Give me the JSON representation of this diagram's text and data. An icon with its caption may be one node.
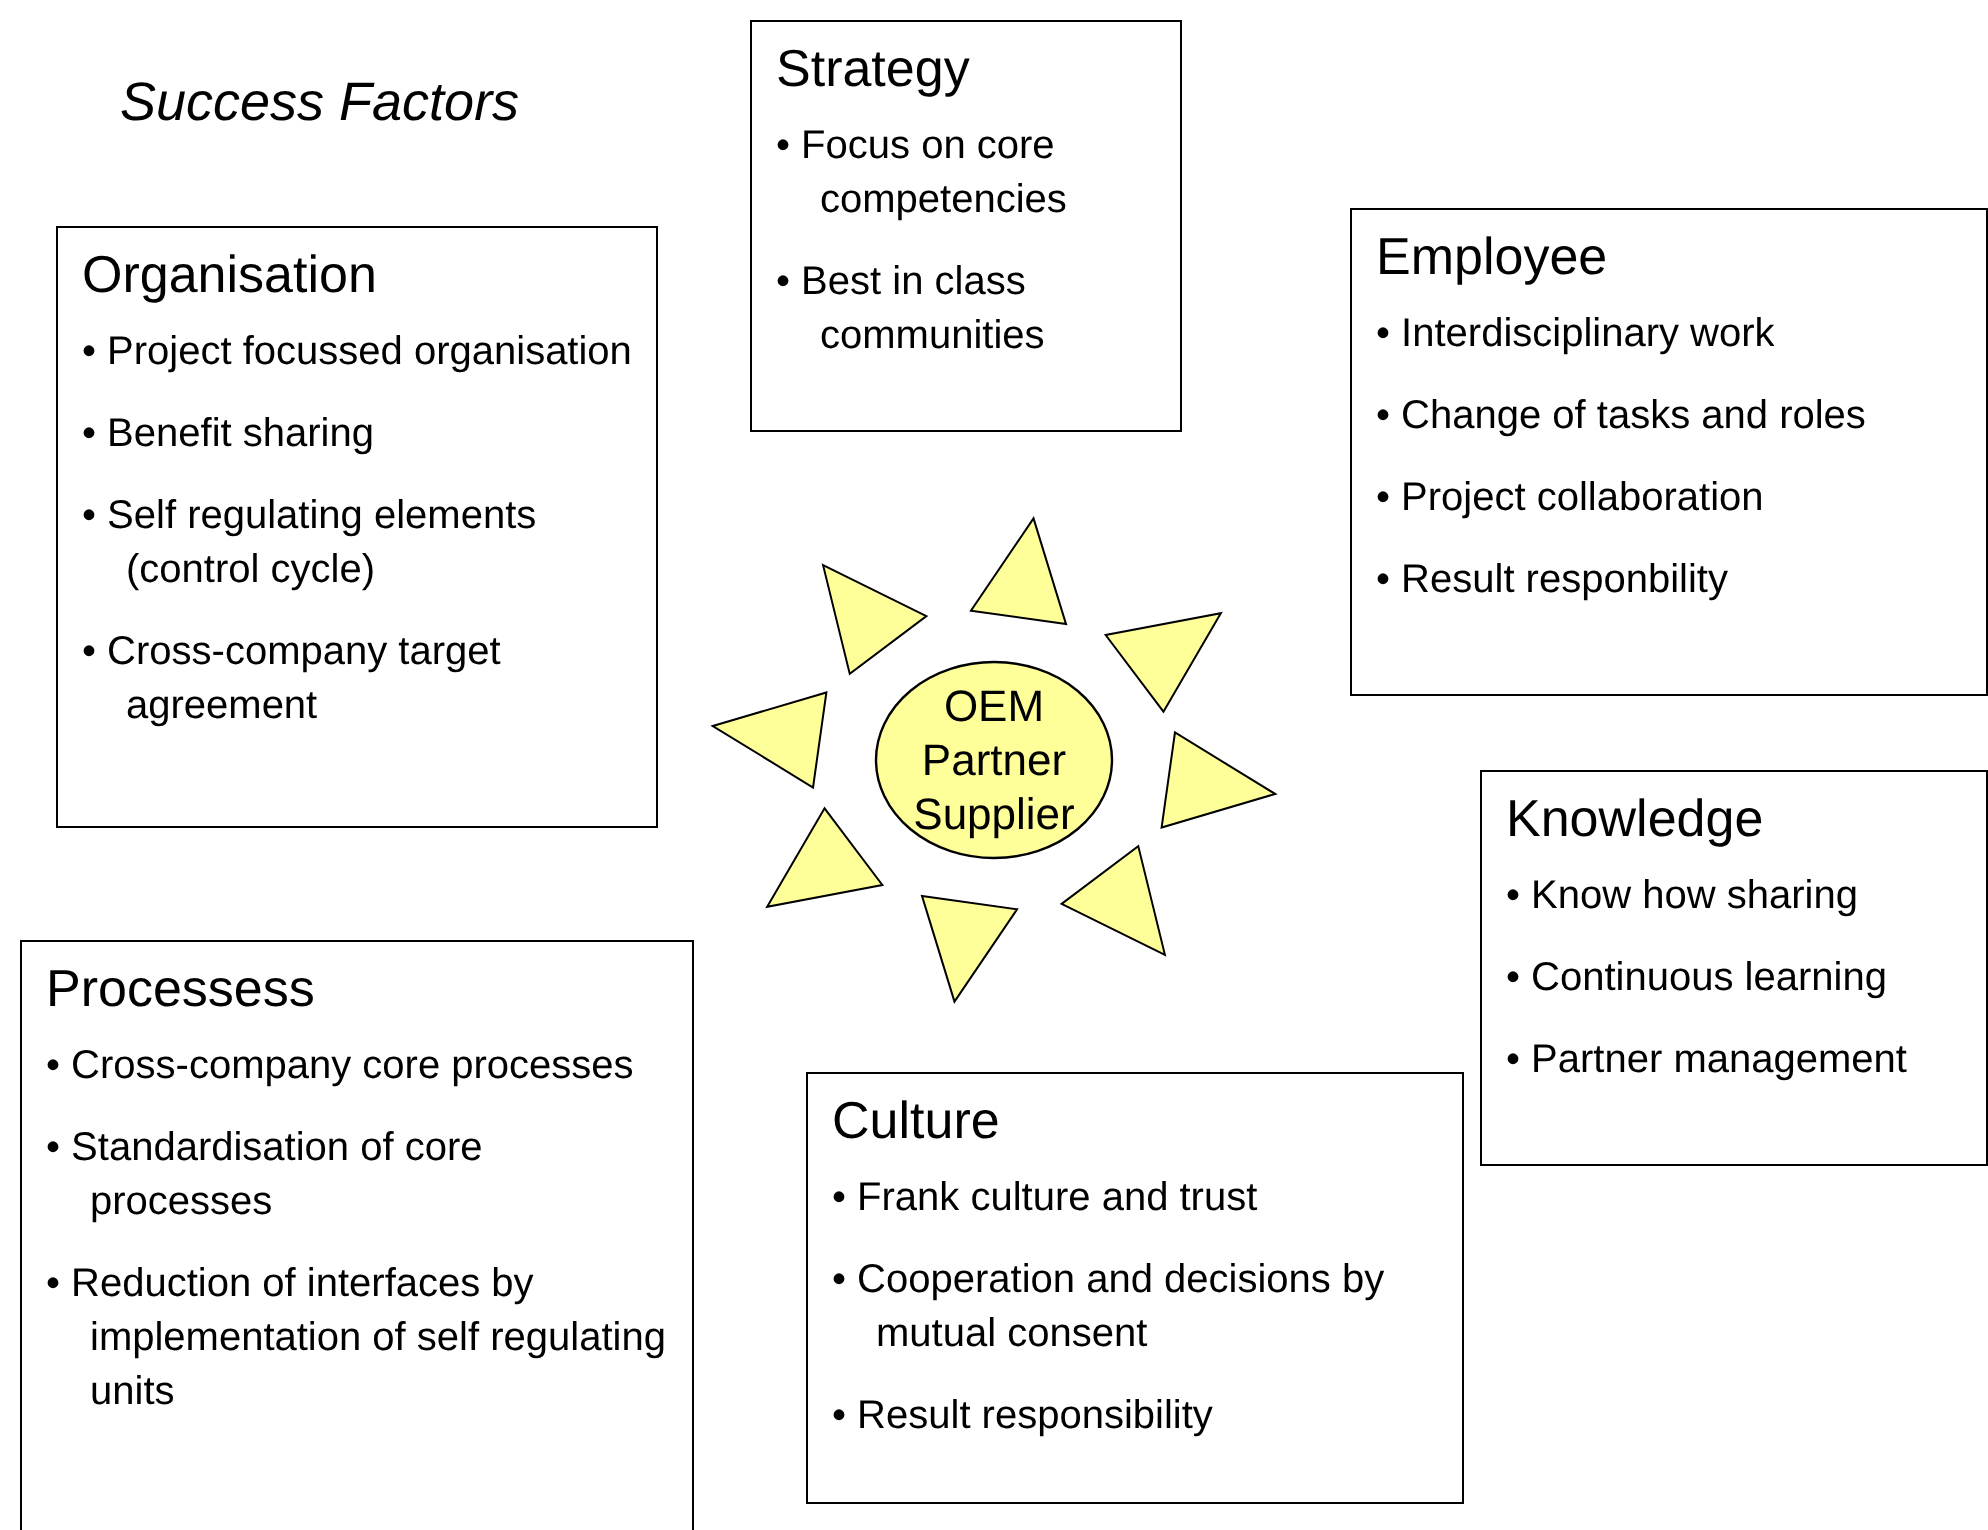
{
  "diagram": {
    "title": "Success Factors",
    "nodes": [
      {
        "text": [
          "Strategy",
          "• Focus on core competencies",
          "• Best in class communities"
        ]
      },
      {
        "text": [
          "Organisation",
          "• Project focussed organisation",
          "• Benefit sharing",
          "• Self regulating elements (control cycle)",
          "• Cross-company target agreement"
        ]
      },
      {
        "text": [
          "Employee",
          "• Interdisciplinary work",
          "• Change of tasks and roles",
          "• Project collaboration",
          "• Result responbility"
        ]
      },
      {
        "text": [
          "OEM Partner Supplier"
        ]
      },
      {
        "text": [
          "Knowledge",
          "• Know how sharing",
          "• Continuous learning",
          "• Partner management"
        ]
      },
      {
        "text": [
          "Processess",
          "• Cross-company core processes",
          "• Standardisation of core processes",
          "• Reduction of interfaces by implementation of self regulating units"
        ]
      },
      {
        "text": [
          "Culture",
          "• Frank culture and trust",
          "• Cooperation and decisions by mutual consent",
          "• Result responsibility"
        ]
      }
    ],
    "edges": []
  }
}
